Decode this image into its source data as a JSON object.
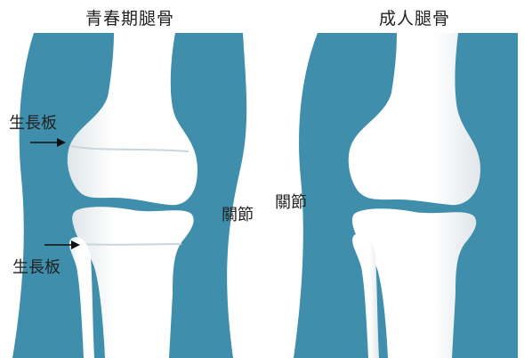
{
  "left_panel": {
    "title": "青春期腿骨",
    "growth_plate_upper_label": "生長板",
    "growth_plate_lower_label": "生長板",
    "joint_label": "關節"
  },
  "right_panel": {
    "title": "成人腿骨",
    "joint_label": "關節"
  },
  "colors": {
    "tissue": "#3f8eab",
    "bone": "#ffffff",
    "bone_shade": "#d9e1e4",
    "plate_line": "#c9d6dc",
    "text": "#222222"
  }
}
